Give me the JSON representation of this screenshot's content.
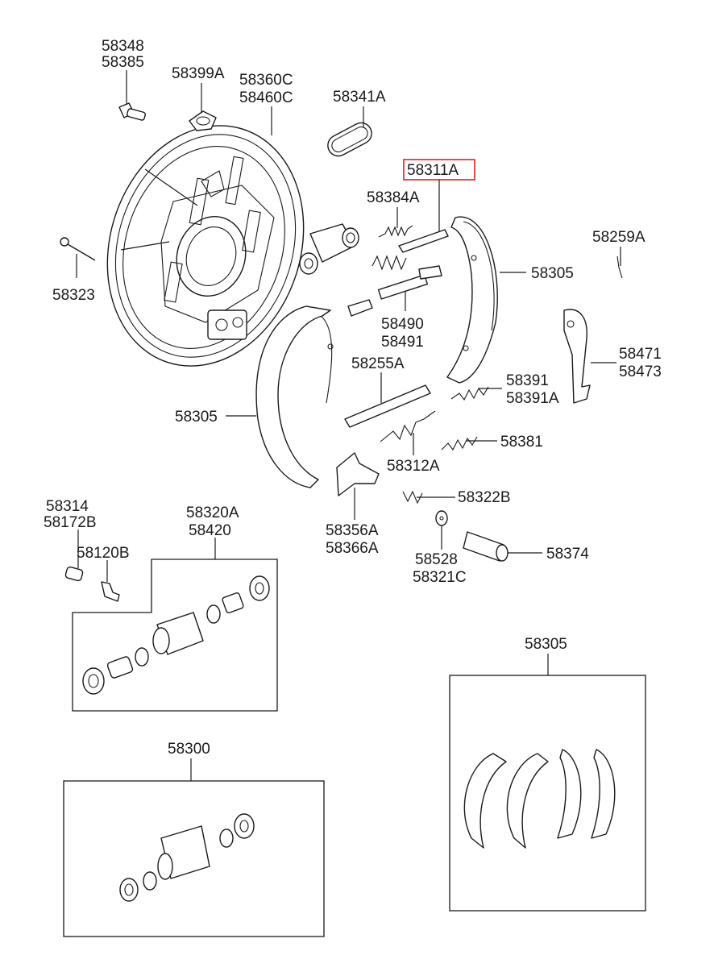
{
  "highlight_color": "#e02020",
  "labels": {
    "p58348": "58348",
    "p58385": "58385",
    "p58399A": "58399A",
    "p58360C": "58360C",
    "p58460C": "58460C",
    "p58341A": "58341A",
    "p58311A": "58311A",
    "p58384A": "58384A",
    "p58259A": "58259A",
    "p58305_right": "58305",
    "p58323": "58323",
    "p58490": "58490",
    "p58491": "58491",
    "p58471": "58471",
    "p58473": "58473",
    "p58255A": "58255A",
    "p58391": "58391",
    "p58391A": "58391A",
    "p58305_left": "58305",
    "p58381": "58381",
    "p58312A": "58312A",
    "p58322B": "58322B",
    "p58314": "58314",
    "p58172B": "58172B",
    "p58320A": "58320A",
    "p58420": "58420",
    "p58356A": "58356A",
    "p58366A": "58366A",
    "p58120B": "58120B",
    "p58528": "58528",
    "p58321C": "58321C",
    "p58374": "58374",
    "p58305_kit": "58305",
    "p58300": "58300"
  }
}
